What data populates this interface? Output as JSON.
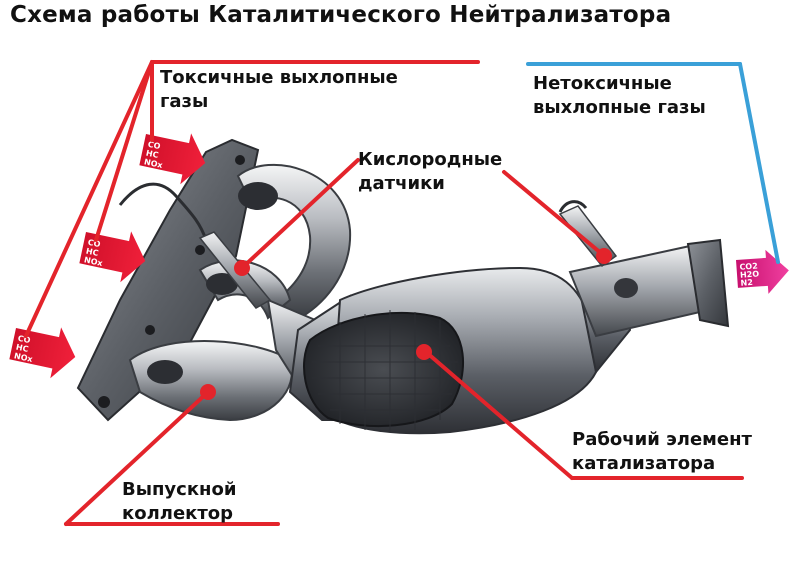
{
  "title": "Схема работы Каталитического Нейтрализатора",
  "labels": {
    "toxic": [
      "Токсичные выхлопные",
      "газы"
    ],
    "nontoxic": [
      "Нетоксичные",
      "выхлопные газы"
    ],
    "oxygen": [
      "Кислородные",
      "датчики"
    ],
    "catalyst": [
      "Рабочий элемент",
      "катализатора"
    ],
    "manifold": [
      "Выпускной",
      "коллектор"
    ]
  },
  "gas_arrows": {
    "inlet": [
      "CO",
      "HC",
      "NOx"
    ],
    "outlet": [
      "CO2",
      "H2O",
      "N2"
    ]
  },
  "colors": {
    "callout_red": "#e3242b",
    "callout_blue": "#3aa0d8",
    "metal_dark": "#3a3d42",
    "metal_light": "#d9dce0"
  }
}
